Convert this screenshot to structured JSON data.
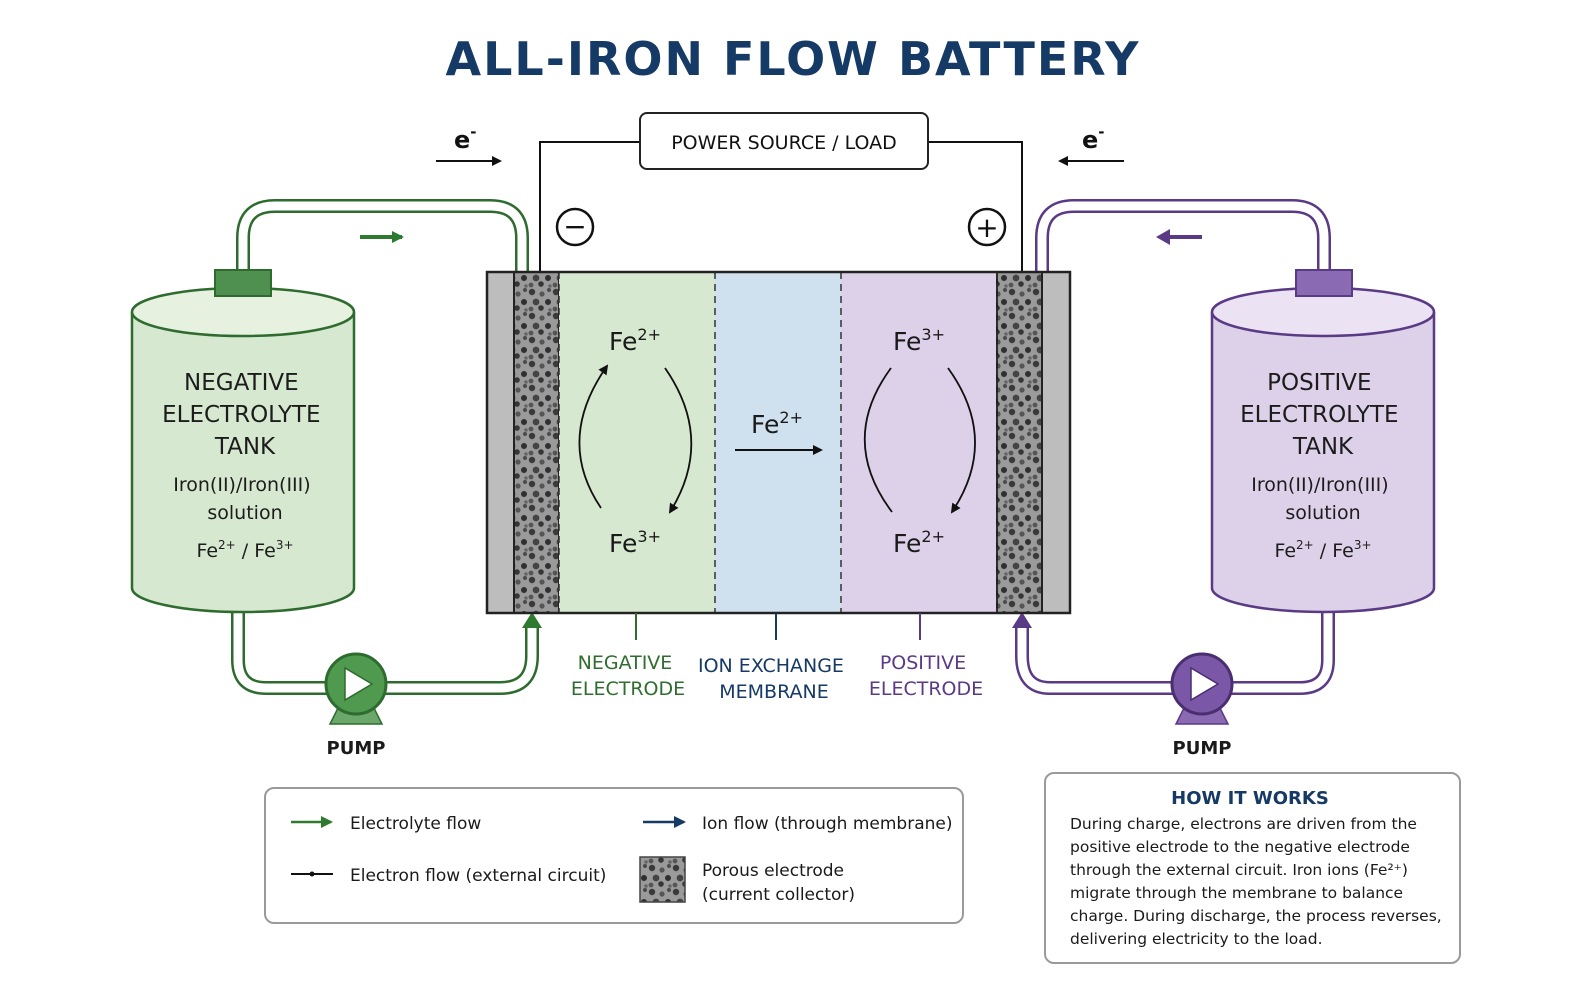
{
  "title": "ALL-IRON FLOW BATTERY",
  "power_box": {
    "label": "POWER SOURCE / LOAD"
  },
  "electron": {
    "left": "e",
    "right": "e",
    "charge": "-"
  },
  "terminals": {
    "negative": "−",
    "positive": "+"
  },
  "negative_tank": {
    "title_lines": [
      "NEGATIVE",
      "ELECTROLYTE",
      "TANK"
    ],
    "sub_lines": [
      "Iron(II)/Iron(III)",
      "solution"
    ],
    "ions": {
      "a": "Fe",
      "a_sup": "2+",
      "sep": "/",
      "b": "Fe",
      "b_sup": "3+"
    },
    "color": "#d6e8cf",
    "stroke": "#2e6b2e"
  },
  "positive_tank": {
    "title_lines": [
      "POSITIVE",
      "ELECTROLYTE",
      "TANK"
    ],
    "sub_lines": [
      "Iron(II)/Iron(III)",
      "solution"
    ],
    "ions": {
      "a": "Fe",
      "a_sup": "2+",
      "sep": "/",
      "b": "Fe",
      "b_sup": "3+"
    },
    "color": "#ddd1ea",
    "stroke": "#5b3a85"
  },
  "cell": {
    "neg_top": {
      "base": "Fe",
      "sup": "2+"
    },
    "neg_bottom": {
      "base": "Fe",
      "sup": "3+"
    },
    "membrane_ion": {
      "base": "Fe",
      "sup": "2+"
    },
    "pos_top": {
      "base": "Fe",
      "sup": "3+"
    },
    "pos_bottom": {
      "base": "Fe",
      "sup": "2+"
    },
    "colors": {
      "negative": "#d6e8cf",
      "membrane": "#cfe0ef",
      "positive": "#ddd1ea",
      "collector": "#bdbdbd"
    }
  },
  "region_labels": {
    "negative": [
      "NEGATIVE",
      "ELECTRODE"
    ],
    "membrane": [
      "ION EXCHANGE",
      "MEMBRANE"
    ],
    "positive": [
      "POSITIVE",
      "ELECTRODE"
    ]
  },
  "pumps": {
    "left": "PUMP",
    "right": "PUMP"
  },
  "legend": {
    "electrolyte_flow": "Electrolyte flow",
    "electron_flow": "Electron flow (external circuit)",
    "ion_flow": "Ion flow (through membrane)",
    "porous_lines": [
      "Porous electrode",
      "(current collector)"
    ]
  },
  "how_it_works": {
    "title": "HOW IT WORKS",
    "lines": [
      "During charge, electrons are driven from the",
      "positive electrode to the negative electrode",
      "through the external circuit. Iron ions (Fe²⁺)",
      "migrate through the membrane to balance",
      "charge. During discharge, the process reverses,",
      "delivering electricity to the load."
    ]
  },
  "colors": {
    "green": "#2e6b2e",
    "green_label": "#2f6e2f",
    "purple": "#5b3a85",
    "navy": "#163a66"
  }
}
